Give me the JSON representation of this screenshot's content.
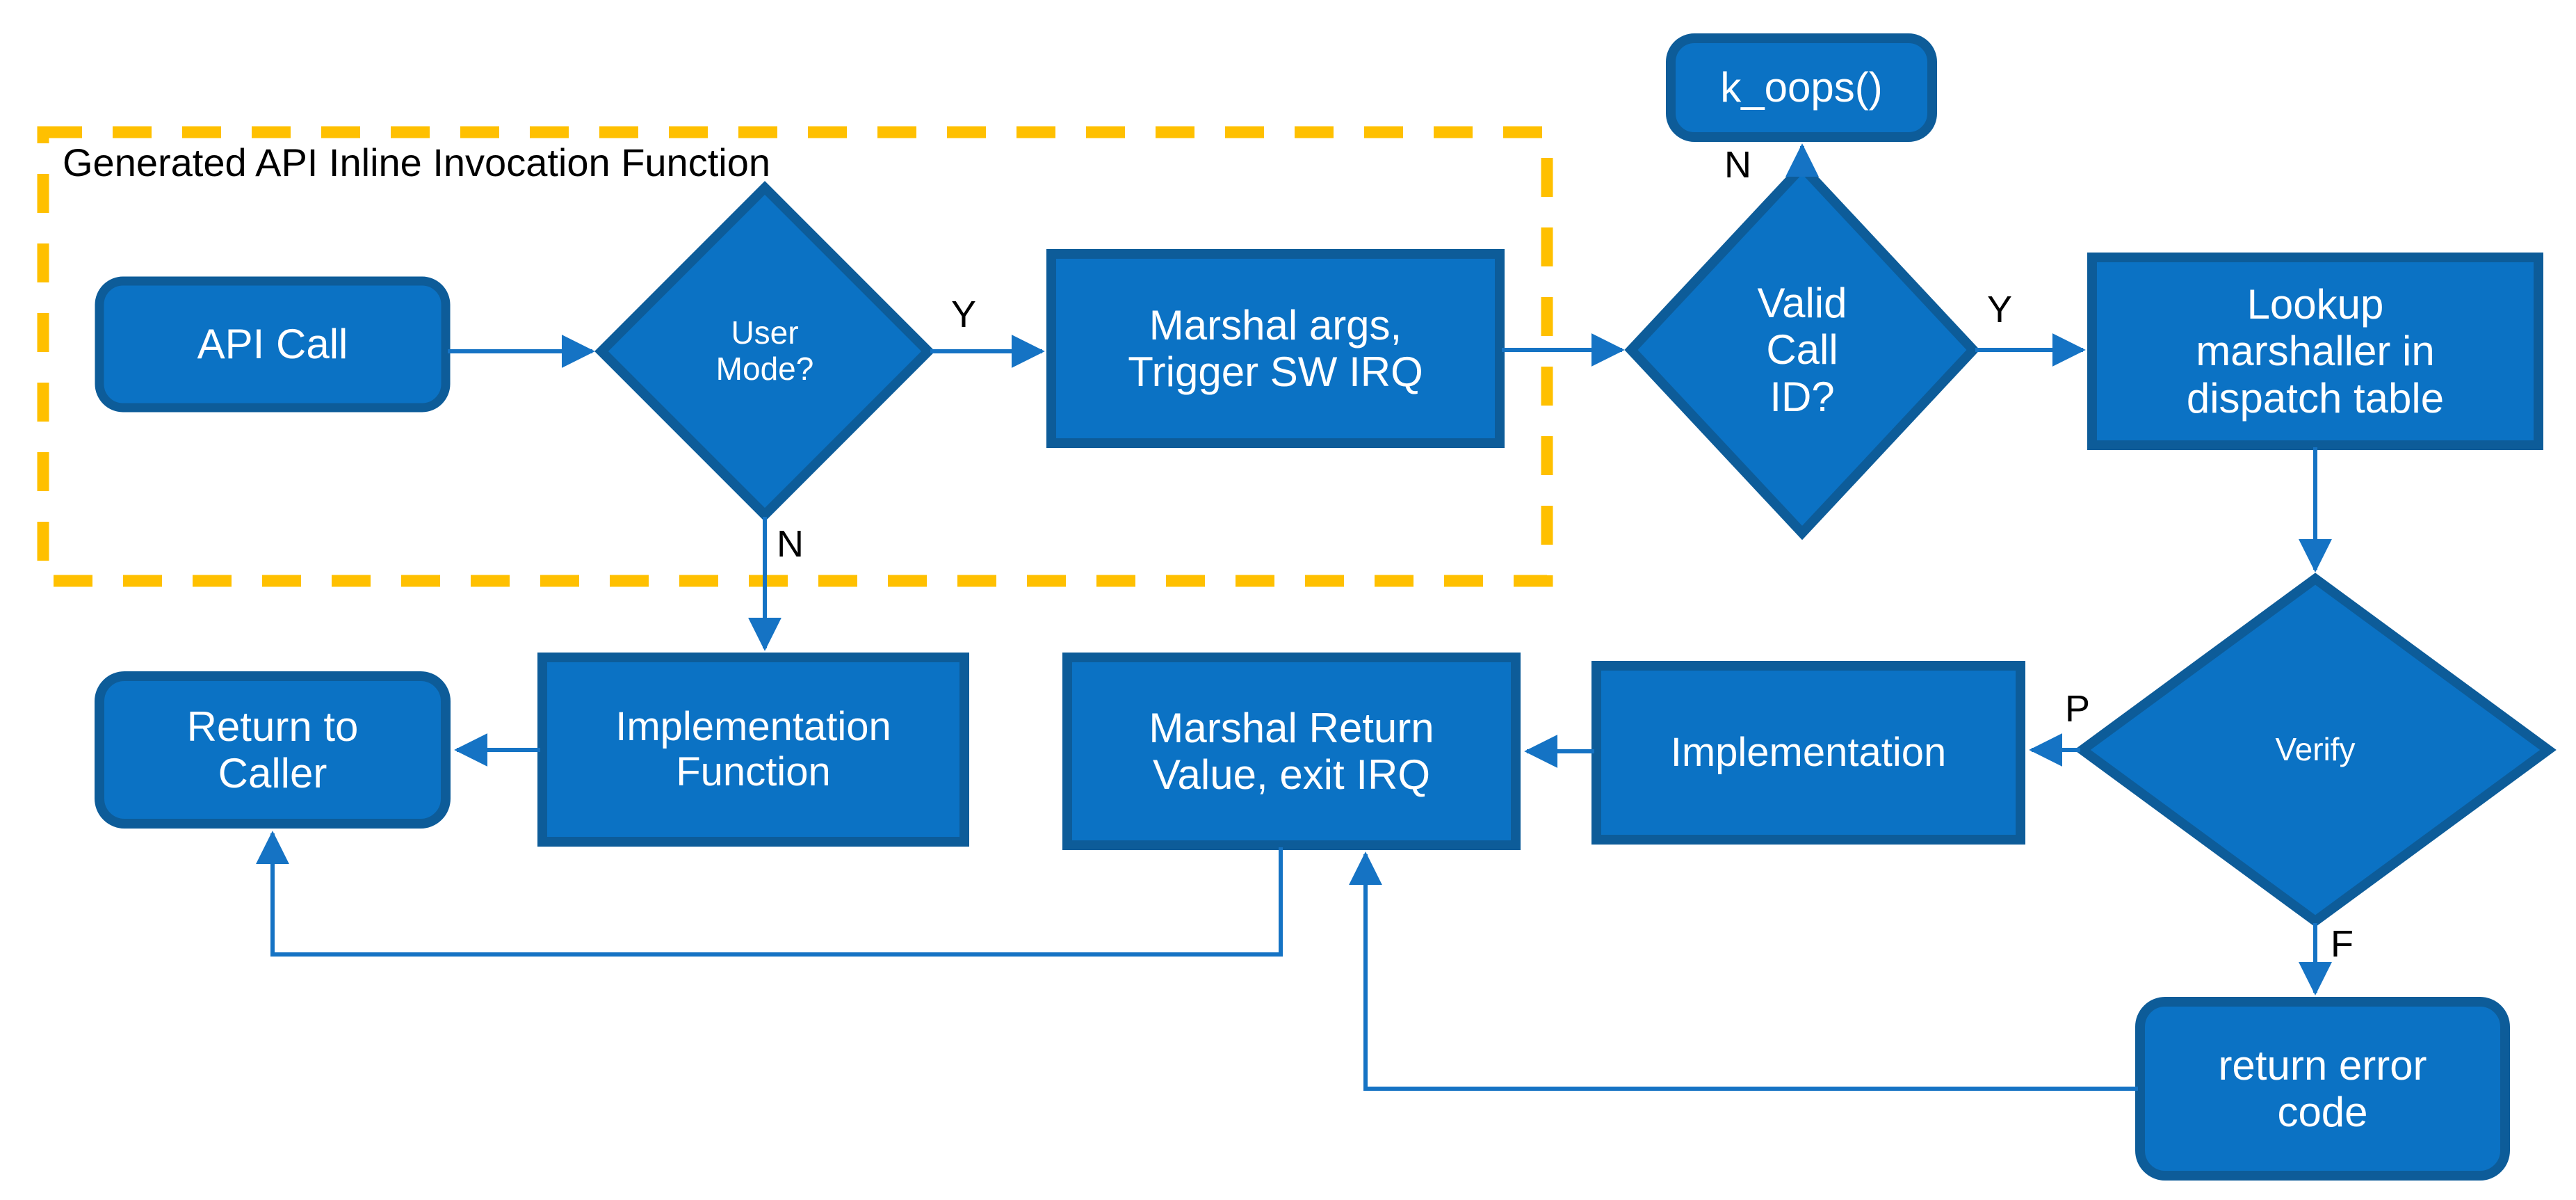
{
  "diagram": {
    "title_visible": false,
    "colors": {
      "node_fill": "#0b72c4",
      "node_stroke": "#0d5c99",
      "connector": "#1573c4",
      "group_border": "#ffc000",
      "node_text": "#ffffff",
      "label_text": "#000000",
      "background": "#ffffff"
    },
    "group": {
      "label": "Generated API Inline Invocation Function",
      "border_style": "dashed",
      "border_color": "#ffc000"
    },
    "nodes": [
      {
        "id": "api-call",
        "label": "API Call",
        "shape": "rounded-rect"
      },
      {
        "id": "user-mode",
        "label": "User\nMode?",
        "shape": "diamond"
      },
      {
        "id": "marshal-args",
        "label": "Marshal args,\nTrigger SW IRQ",
        "shape": "rect"
      },
      {
        "id": "k-oops",
        "label": "k_oops()",
        "shape": "rounded-rect"
      },
      {
        "id": "valid-call-id",
        "label": "Valid\nCall\nID?",
        "shape": "diamond"
      },
      {
        "id": "lookup-marshaller",
        "label": "Lookup\nmarshaller in\ndispatch table",
        "shape": "rect"
      },
      {
        "id": "verify",
        "label": "Verify",
        "shape": "diamond"
      },
      {
        "id": "implementation",
        "label": "Implementation",
        "shape": "rect"
      },
      {
        "id": "marshal-return",
        "label": "Marshal Return\nValue, exit IRQ",
        "shape": "rect"
      },
      {
        "id": "impl-function",
        "label": "Implementation\nFunction",
        "shape": "rect"
      },
      {
        "id": "return-to-caller",
        "label": "Return to\nCaller",
        "shape": "rounded-rect"
      },
      {
        "id": "return-error",
        "label": "return error\ncode",
        "shape": "rounded-rect"
      }
    ],
    "edge_labels": [
      {
        "id": "user-mode-yes",
        "text": "Y",
        "from": "user-mode",
        "to": "marshal-args"
      },
      {
        "id": "user-mode-no",
        "text": "N",
        "from": "user-mode",
        "to": "impl-function"
      },
      {
        "id": "valid-call-no",
        "text": "N",
        "from": "valid-call-id",
        "to": "k-oops"
      },
      {
        "id": "valid-call-yes",
        "text": "Y",
        "from": "valid-call-id",
        "to": "lookup-marshaller"
      },
      {
        "id": "verify-pass",
        "text": "P",
        "from": "verify",
        "to": "implementation"
      },
      {
        "id": "verify-fail",
        "text": "F",
        "from": "verify",
        "to": "return-error"
      }
    ],
    "edges": [
      {
        "from": "api-call",
        "to": "user-mode"
      },
      {
        "from": "user-mode",
        "to": "marshal-args"
      },
      {
        "from": "user-mode",
        "to": "impl-function"
      },
      {
        "from": "marshal-args",
        "to": "valid-call-id"
      },
      {
        "from": "valid-call-id",
        "to": "k-oops"
      },
      {
        "from": "valid-call-id",
        "to": "lookup-marshaller"
      },
      {
        "from": "lookup-marshaller",
        "to": "verify"
      },
      {
        "from": "verify",
        "to": "implementation"
      },
      {
        "from": "verify",
        "to": "return-error"
      },
      {
        "from": "implementation",
        "to": "marshal-return"
      },
      {
        "from": "impl-function",
        "to": "return-to-caller"
      },
      {
        "from": "marshal-return",
        "to": "return-to-caller"
      },
      {
        "from": "return-error",
        "to": "marshal-return"
      }
    ]
  }
}
